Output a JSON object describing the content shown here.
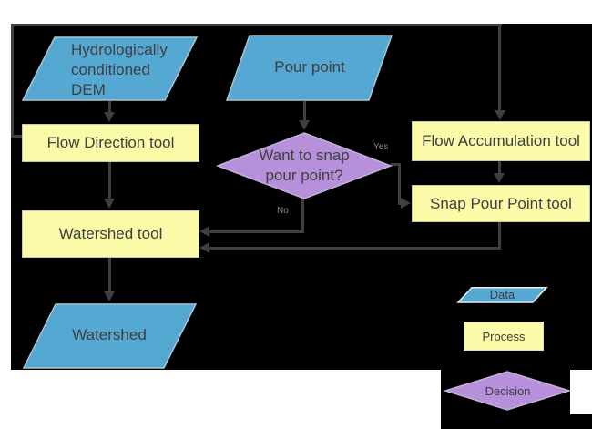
{
  "nodes": {
    "dem": {
      "label": "Hydrologically conditioned DEM",
      "shape": "parallelogram",
      "type": "data"
    },
    "pour_point": {
      "label": "Pour point",
      "shape": "parallelogram",
      "type": "data"
    },
    "flow_direction": {
      "label": "Flow Direction tool",
      "shape": "rectangle",
      "type": "process"
    },
    "flow_accumulation": {
      "label": "Flow Accumulation tool",
      "shape": "rectangle",
      "type": "process"
    },
    "decision": {
      "label": "Want to snap pour point?",
      "shape": "diamond",
      "type": "decision"
    },
    "snap_pour_point": {
      "label": "Snap Pour Point tool",
      "shape": "rectangle",
      "type": "process"
    },
    "watershed_tool": {
      "label": "Watershed tool",
      "shape": "rectangle",
      "type": "process"
    },
    "watershed": {
      "label": "Watershed",
      "shape": "parallelogram",
      "type": "data"
    }
  },
  "edge_labels": {
    "yes": "Yes",
    "no": "No"
  },
  "legend": {
    "data_label": "Data",
    "process_label": "Process",
    "decision_label": "Decision"
  },
  "colors": {
    "canvas_bg": "#000000",
    "page_bg": "#ffffff",
    "data_fill": "#54a8d2",
    "data_border": "#a9c4d2",
    "process_fill": "#fafaa8",
    "process_border": "#c9c9a8",
    "decision_fill": "#b690da",
    "decision_border": "#c4b2d8",
    "connector": "#3f3f3f",
    "node_text": "#3f3f3f",
    "edge_label_text": "#8a8a8a"
  }
}
